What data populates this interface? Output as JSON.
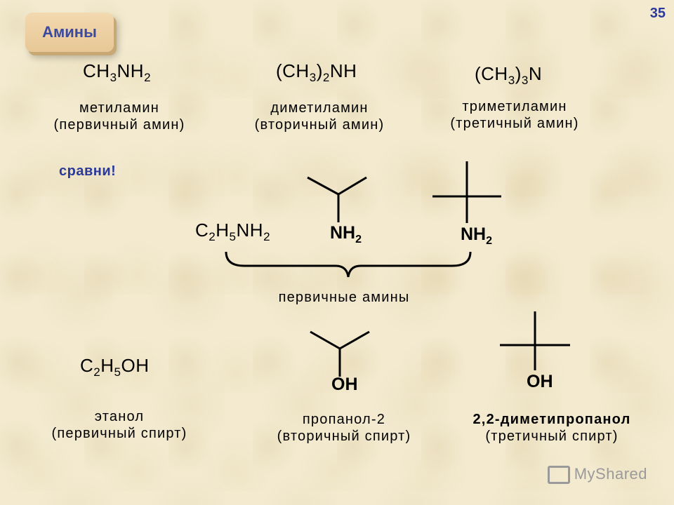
{
  "header": {
    "title": "Амины",
    "page_number": "35"
  },
  "row1": {
    "f1": {
      "a": "CH",
      "b": "3",
      "c": "NH",
      "d": "2"
    },
    "f2": {
      "a": "(CH",
      "b": "3",
      "c": ")",
      "d": "2",
      "e": "NH"
    },
    "f3": {
      "a": "(CH",
      "b": "3",
      "c": ")",
      "d": "3",
      "e": "N"
    },
    "l1a": "метиламин",
    "l1b": "(первичный амин)",
    "l2a": "диметиламин",
    "l2b": "(вторичный амин)",
    "l3a": "триметиламин",
    "l3b": "(третичный амин)"
  },
  "compare": "сравни!",
  "amines": {
    "ethyl": {
      "a": "C",
      "b": "2",
      "c": "H",
      "d": "5",
      "e": "NH",
      "f": "2"
    },
    "iso": {
      "a": "NH",
      "b": "2"
    },
    "tert": {
      "a": "NH",
      "b": "2"
    },
    "brace_label": "первичные амины"
  },
  "alcohols": {
    "ethanol": {
      "a": "C",
      "b": "2",
      "c": "H",
      "d": "5",
      "e": "OH"
    },
    "iso_oh": "OH",
    "tert_oh": "OH",
    "l1a": "этанол",
    "l1b": "(первичный спирт)",
    "l2a": "пропанол-2",
    "l2b": "(вторичный спирт)",
    "l3a": "2,2-диметипропанол",
    "l3b": "(третичный спирт)"
  },
  "watermark": "MyShared"
}
